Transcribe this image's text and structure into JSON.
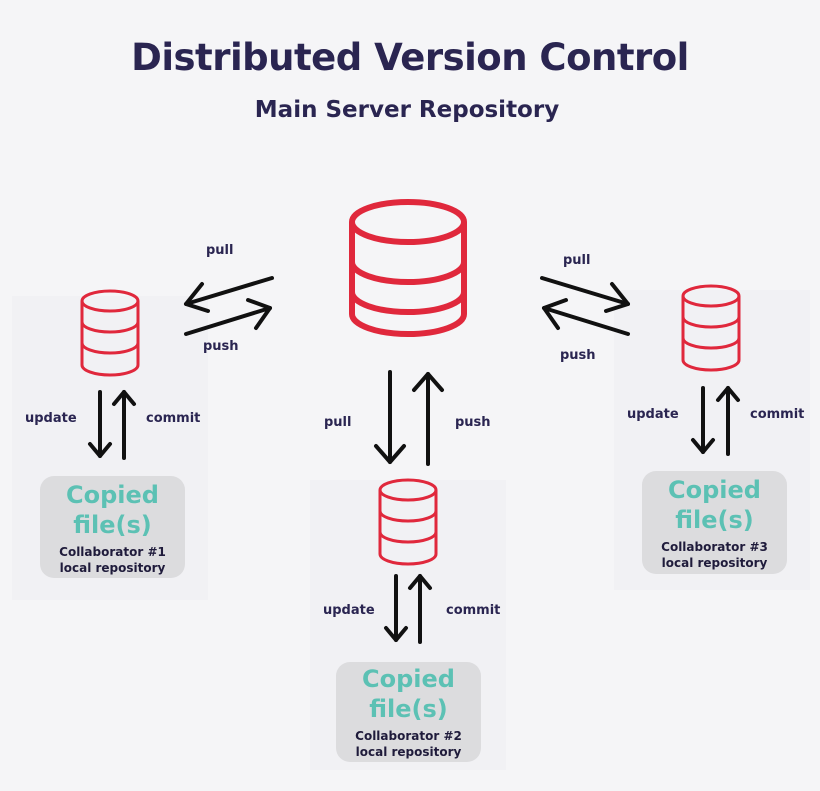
{
  "title": "Distributed Version Control",
  "subtitle": "Main Server Repository",
  "server": {
    "icon": "database-icon",
    "color": "#e0283c",
    "left_link": {
      "pull": "pull",
      "push": "push"
    },
    "center_link": {
      "pull": "pull",
      "push": "push"
    },
    "right_link": {
      "pull": "pull",
      "push": "push"
    }
  },
  "collaborators": [
    {
      "update": "update",
      "commit": "commit",
      "copied": "Copied",
      "files": "file(s)",
      "name": "Collaborator #1",
      "repo": "local repository"
    },
    {
      "update": "update",
      "commit": "commit",
      "copied": "Copied",
      "files": "file(s)",
      "name": "Collaborator #2",
      "repo": "local repository"
    },
    {
      "update": "update",
      "commit": "commit",
      "copied": "Copied",
      "files": "file(s)",
      "name": "Collaborator #3",
      "repo": "local repository"
    }
  ],
  "colors": {
    "title": "#2a2551",
    "accent_teal": "#5cc1b4",
    "db_red": "#e0283c",
    "box_gray": "#dcdcde"
  }
}
